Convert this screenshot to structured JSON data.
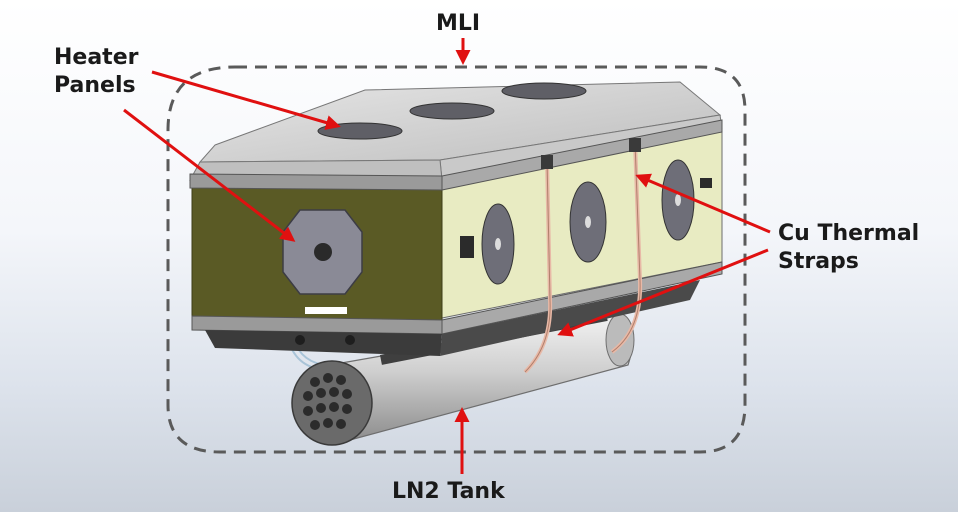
{
  "labels": {
    "mli": "MLI",
    "heater_line1": "Heater",
    "heater_line2": "Panels",
    "cu_line1": "Cu Thermal",
    "cu_line2": "Straps",
    "ln2": "LN2 Tank"
  },
  "colors": {
    "arrow": "#e01010",
    "mli_outline": "#555555",
    "front_panel": "#5b5a28",
    "side_panel": "#e8ebc4",
    "lid": "#d9d9d9",
    "strap": "#e6b9a8",
    "tank": "#c8c8c8"
  }
}
